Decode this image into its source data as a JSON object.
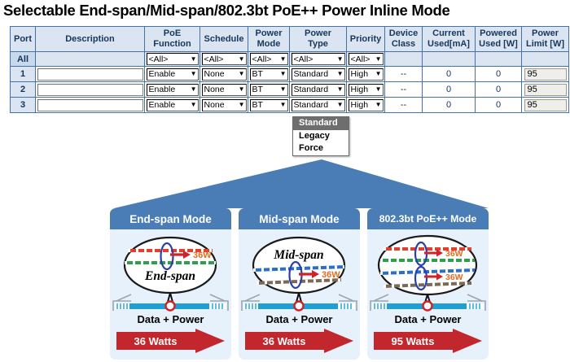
{
  "title": "Selectable End-span/Mid-span/802.3bt PoE++ Power Inline Mode",
  "table": {
    "headers": [
      {
        "line1": "Port",
        "line2": ""
      },
      {
        "line1": "Description",
        "line2": ""
      },
      {
        "line1": "PoE",
        "line2": "Function"
      },
      {
        "line1": "Schedule",
        "line2": ""
      },
      {
        "line1": "Power",
        "line2": "Mode"
      },
      {
        "line1": "Power",
        "line2": "Type"
      },
      {
        "line1": "Priority",
        "line2": ""
      },
      {
        "line1": "Device",
        "line2": "Class"
      },
      {
        "line1": "Current",
        "line2": "Used[mA]"
      },
      {
        "line1": "Powered",
        "line2": "Used [W]"
      },
      {
        "line1": "Power",
        "line2": "Limit [W]"
      }
    ],
    "all_row": {
      "port": "All",
      "description": "",
      "poe_function": "<All>",
      "schedule": "<All>",
      "power_mode": "<All>",
      "power_type": "<All>",
      "priority": "<All>",
      "device_class": "",
      "current_used": "",
      "powered_used": "",
      "power_limit": ""
    },
    "rows": [
      {
        "port": "1",
        "description": "",
        "poe_function": "Enable",
        "schedule": "None",
        "power_mode": "BT",
        "power_type": "Standard",
        "priority": "High",
        "device_class": "--",
        "current_used": "0",
        "powered_used": "0",
        "power_limit": "95"
      },
      {
        "port": "2",
        "description": "",
        "poe_function": "Enable",
        "schedule": "None",
        "power_mode": "BT",
        "power_type": "Standard",
        "priority": "High",
        "device_class": "--",
        "current_used": "0",
        "powered_used": "0",
        "power_limit": "95"
      },
      {
        "port": "3",
        "description": "",
        "poe_function": "Enable",
        "schedule": "None",
        "power_mode": "BT",
        "power_type": "Standard",
        "priority": "High",
        "device_class": "--",
        "current_used": "0",
        "powered_used": "0",
        "power_limit": "95"
      }
    ]
  },
  "dropdown": {
    "source_column": "Power Type",
    "options": [
      "Standard",
      "Legacy",
      "Force"
    ],
    "selected": "Standard"
  },
  "panels": [
    {
      "header": "End-span Mode",
      "diagram_label": "End-span",
      "label_position": "bottom",
      "pair_tags": [
        "36W"
      ],
      "data_power_label": "Data + Power",
      "watts_label": "36 Watts"
    },
    {
      "header": "Mid-span Mode",
      "diagram_label": "Mid-span",
      "label_position": "top",
      "pair_tags": [
        "36W"
      ],
      "data_power_label": "Data + Power",
      "watts_label": "36 Watts"
    },
    {
      "header": "802.3bt PoE++ Mode",
      "diagram_label": "",
      "label_position": "none",
      "pair_tags": [
        "36W",
        "36W"
      ],
      "data_power_label": "Data + Power",
      "watts_label": "95 Watts"
    }
  ],
  "colors": {
    "brand_blue": "#4a7db5",
    "panel_body": "#e6f1fb",
    "table_header_bg": "#dbe5f1",
    "table_border": "#4472a8",
    "arrow_red": "#c1272d",
    "watt_tag_red": "#d42027",
    "dropdown_highlight": "#a6a6a6"
  }
}
